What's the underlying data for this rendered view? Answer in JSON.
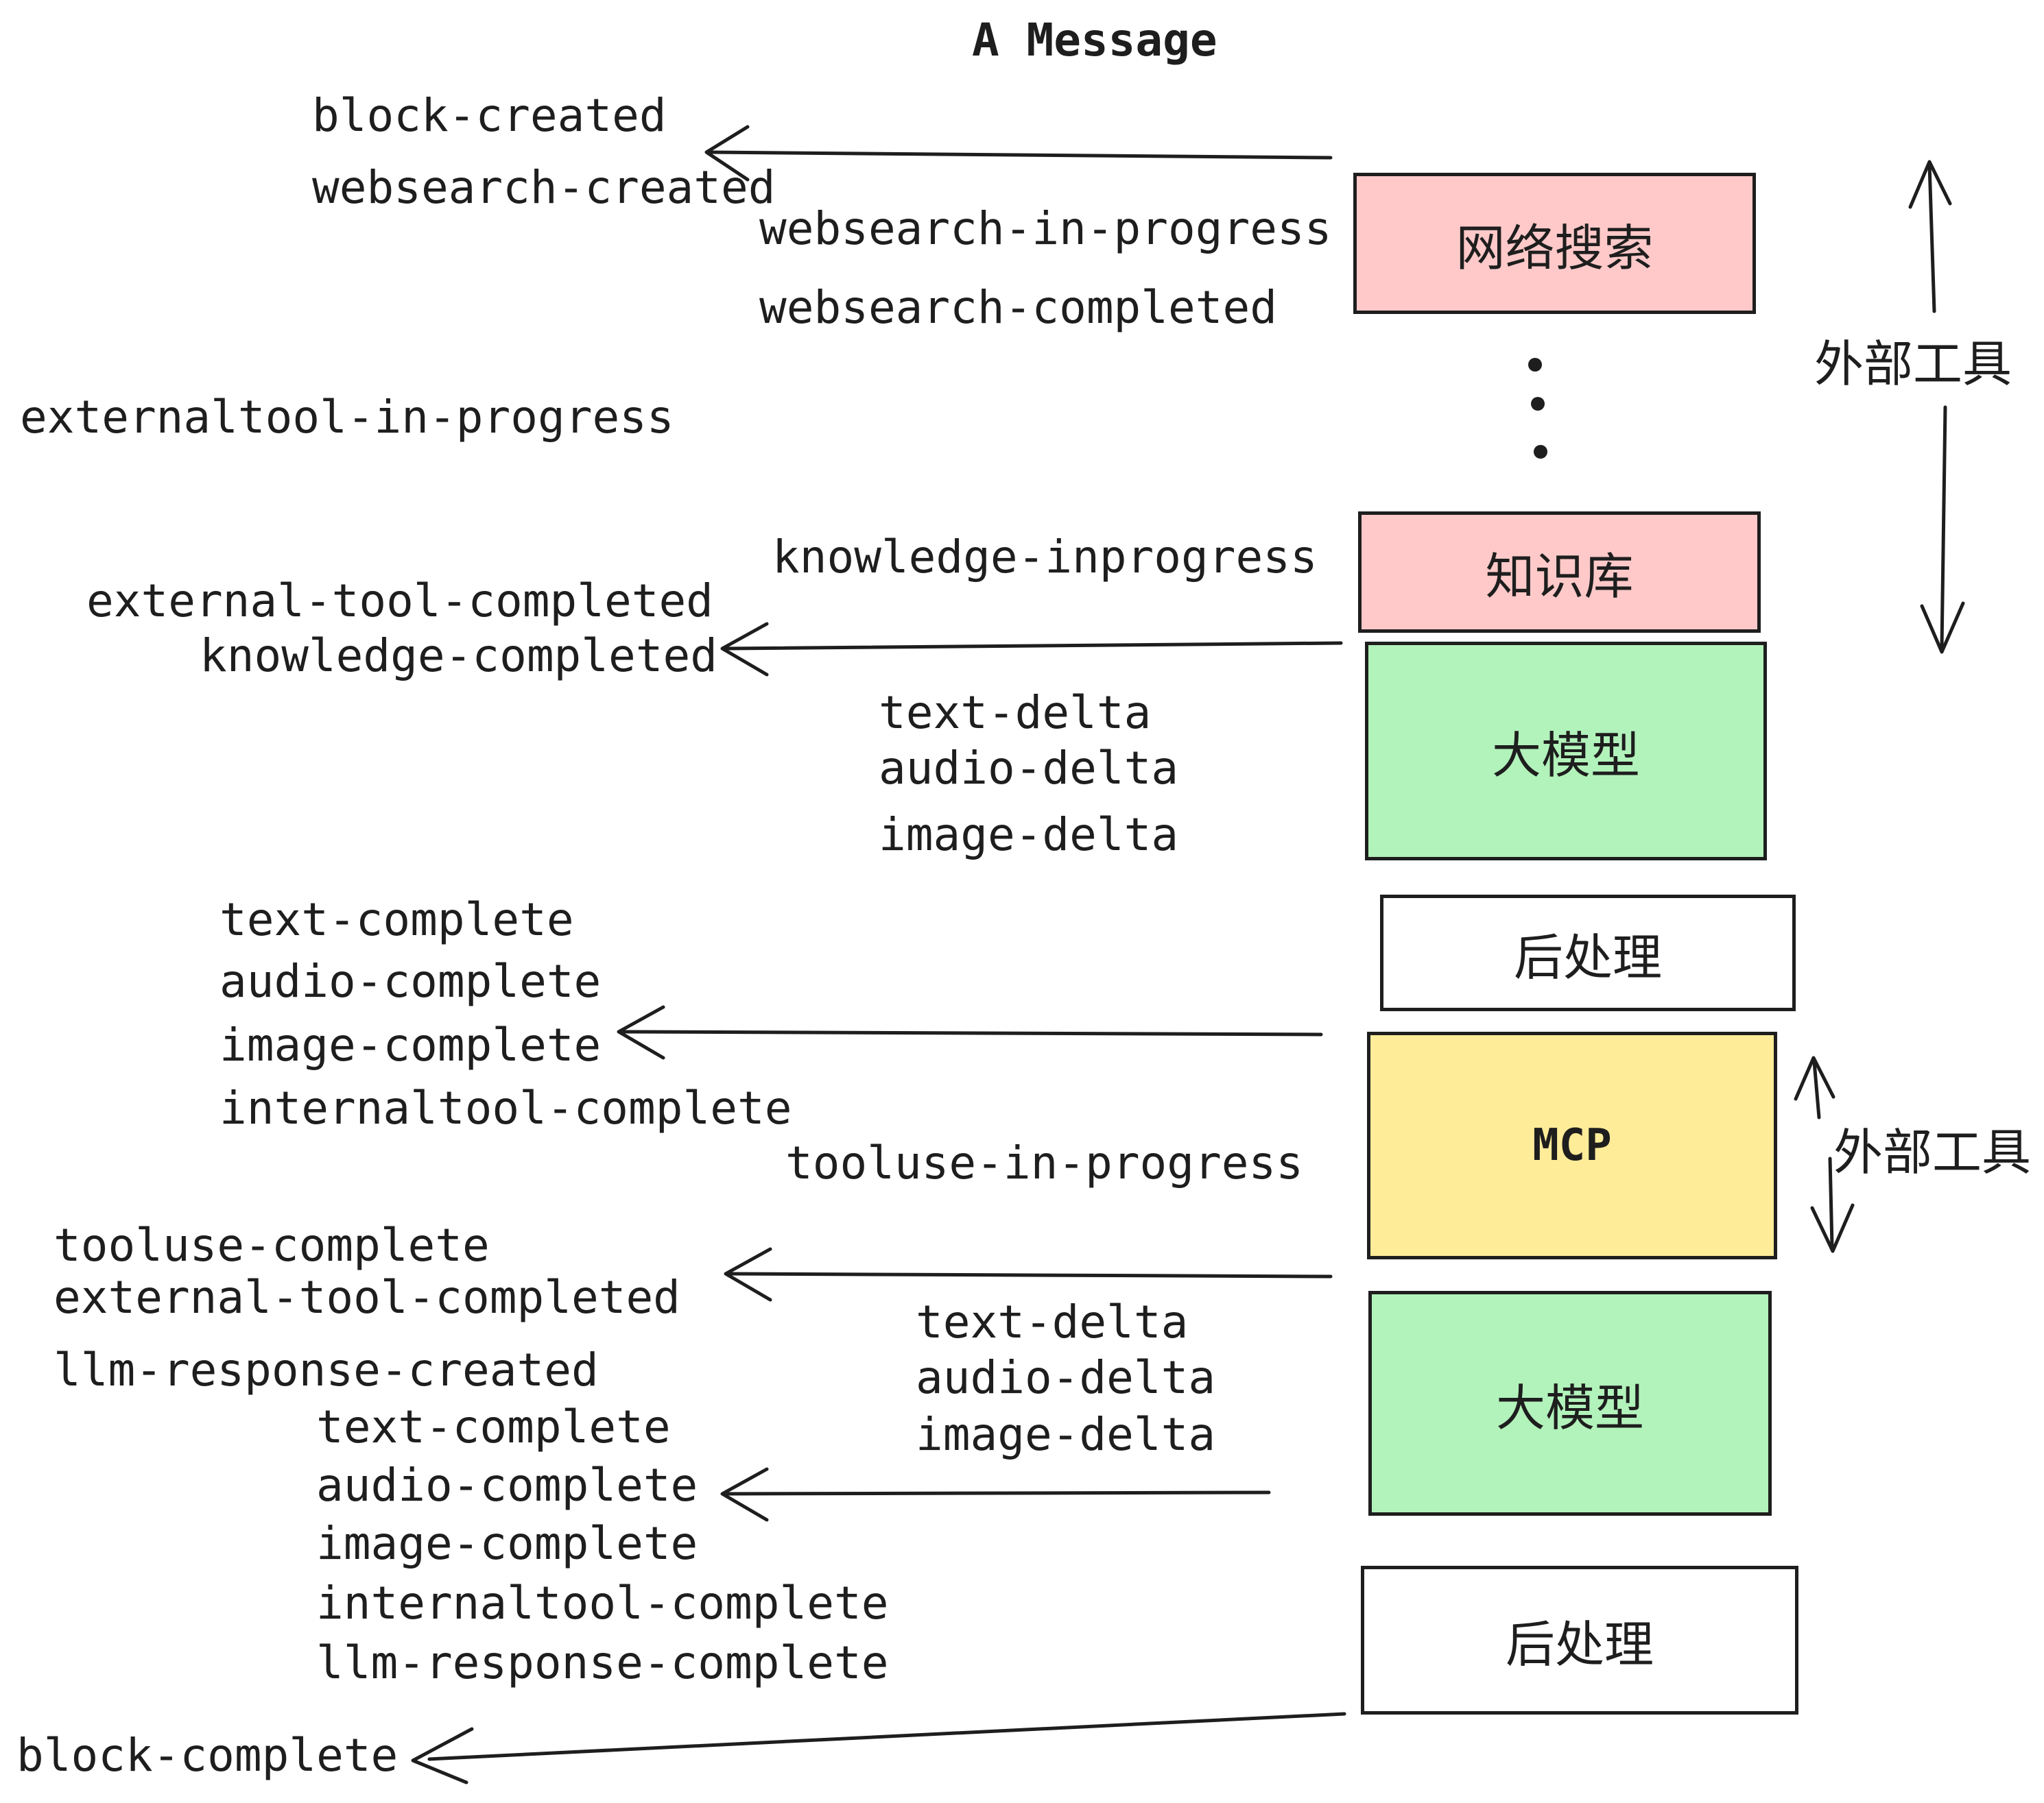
{
  "title": "A Message",
  "events": [
    "block-created",
    "websearch-created",
    "websearch-in-progress",
    "websearch-completed",
    "externaltool-in-progress",
    "knowledge-inprogress",
    "external-tool-completed",
    "knowledge-completed",
    "text-delta",
    "audio-delta",
    "image-delta",
    "text-complete",
    "audio-complete",
    "image-complete",
    "internaltool-complete",
    "tooluse-in-progress",
    "tooluse-complete",
    "external-tool-completed",
    "llm-response-created",
    "text-complete",
    "audio-complete",
    "image-complete",
    "internaltool-complete",
    "llm-response-complete",
    "text-delta",
    "audio-delta",
    "image-delta",
    "block-complete"
  ],
  "boxes": [
    {
      "label": "网络搜索",
      "color": "#ffc9c9"
    },
    {
      "label": "知识库",
      "color": "#ffc9c9"
    },
    {
      "label": "大模型",
      "color": "#b2f2bb"
    },
    {
      "label": "后处理",
      "color": "#ffffff"
    },
    {
      "label": "MCP",
      "color": "#ffec99"
    },
    {
      "label": "大模型",
      "color": "#b2f2bb"
    },
    {
      "label": "后处理",
      "color": "#ffffff"
    }
  ],
  "annotations": {
    "external_tools_1": "外部工具",
    "external_tools_2": "外部工具"
  },
  "colors": {
    "stroke": "#1e1e1e",
    "pink_fill": "#ffc9c9",
    "green_fill": "#b2f2bb",
    "yellow_fill": "#ffec99",
    "white_fill": "#ffffff",
    "background": "#ffffff"
  }
}
